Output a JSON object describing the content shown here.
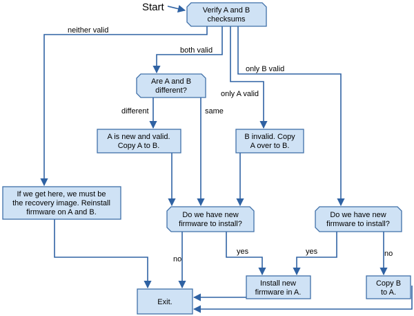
{
  "diagram": {
    "start_label": "Start",
    "nodes": {
      "verify": {
        "lines": [
          "Verify A and B",
          "checksums"
        ]
      },
      "different": {
        "lines": [
          "Are A and B",
          "different?"
        ]
      },
      "copy_a_to_b": {
        "lines": [
          "A is new and valid.",
          "Copy A to B."
        ]
      },
      "copy_b_to_a_invalid": {
        "lines": [
          "B invalid. Copy",
          "A over to B."
        ]
      },
      "recovery": {
        "lines": [
          "If we get here, we must be",
          "the recovery image. Reinstall",
          "firmware on A and B."
        ]
      },
      "new_fw_left": {
        "lines": [
          "Do we have new",
          "firmware to install?"
        ]
      },
      "new_fw_right": {
        "lines": [
          "Do we have new",
          "firmware to install?"
        ]
      },
      "install": {
        "lines": [
          "Install new",
          "firmware in A."
        ]
      },
      "copy_b_to_a": {
        "lines": [
          "Copy B",
          "to A."
        ]
      },
      "exit": {
        "lines": [
          "Exit."
        ]
      }
    },
    "edge_labels": {
      "neither_valid": "neither valid",
      "both_valid": "both valid",
      "only_b_valid": "only B valid",
      "only_a_valid": "only A valid",
      "different": "different",
      "same": "same",
      "left_no": "no",
      "left_yes": "yes",
      "right_yes": "yes",
      "right_no": "no"
    }
  }
}
